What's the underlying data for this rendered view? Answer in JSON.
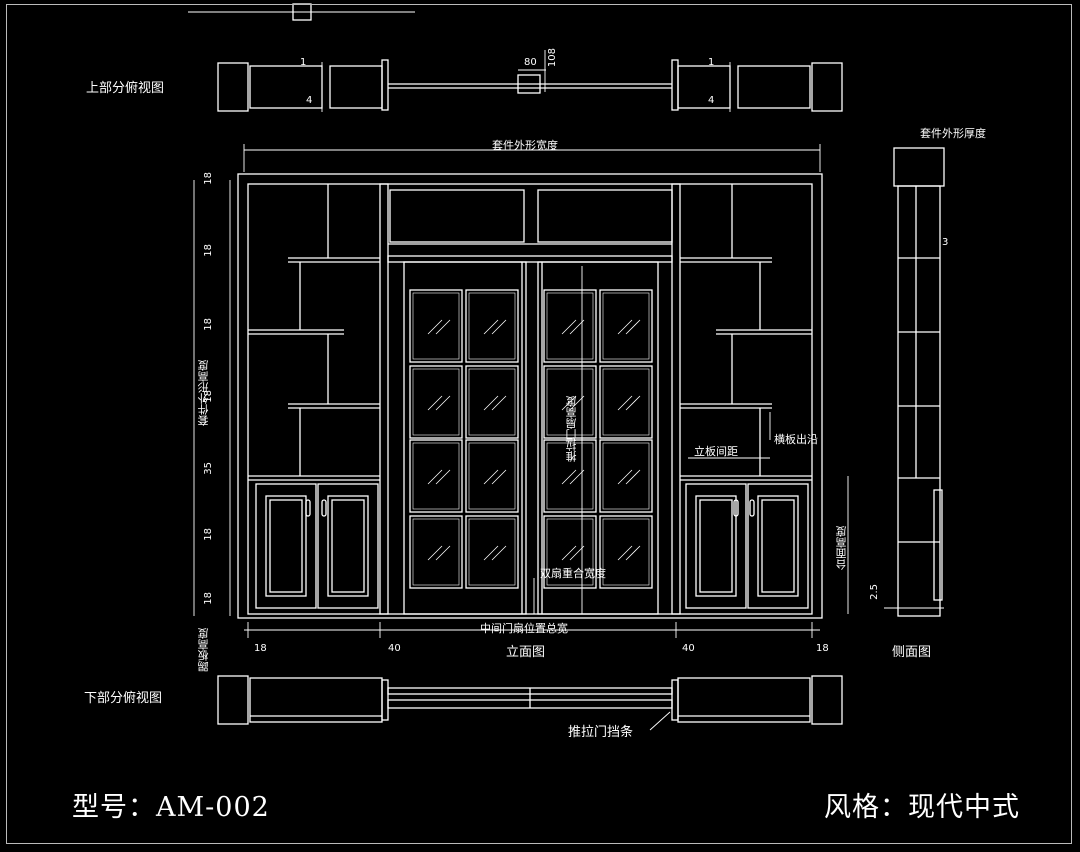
{
  "views": {
    "top_plan": "上部分俯视图",
    "bottom_plan": "下部分俯视图",
    "elevation": "立面图",
    "side": "侧面图"
  },
  "labels": {
    "overall_width": "套件外形宽度",
    "overall_depth": "套件外形厚度",
    "overall_height": "套件外形高度",
    "door_height": "推拉门扇高度",
    "door_overlap": "双扇重合宽度",
    "door_total_width": "中间门扇位置总宽",
    "upright_spacing": "立板间距",
    "shelf_protrude": "横板出沿",
    "counter_height": "台面高度",
    "kick_height": "踢板高度",
    "door_stop": "推拉门挡条"
  },
  "dims": {
    "vertical": [
      "18",
      "18",
      "18",
      "18",
      "35",
      "18",
      "18"
    ],
    "bottom": [
      "18",
      "40",
      "40",
      "18"
    ],
    "top_80": "80",
    "top_108": "108",
    "top_l1": "1",
    "top_l4": "4",
    "top_r1": "1",
    "top_r4": "4",
    "side_3": "3",
    "side_25": "2.5"
  },
  "footer": {
    "model": "型号：AM-002",
    "style": "风格：现代中式"
  }
}
